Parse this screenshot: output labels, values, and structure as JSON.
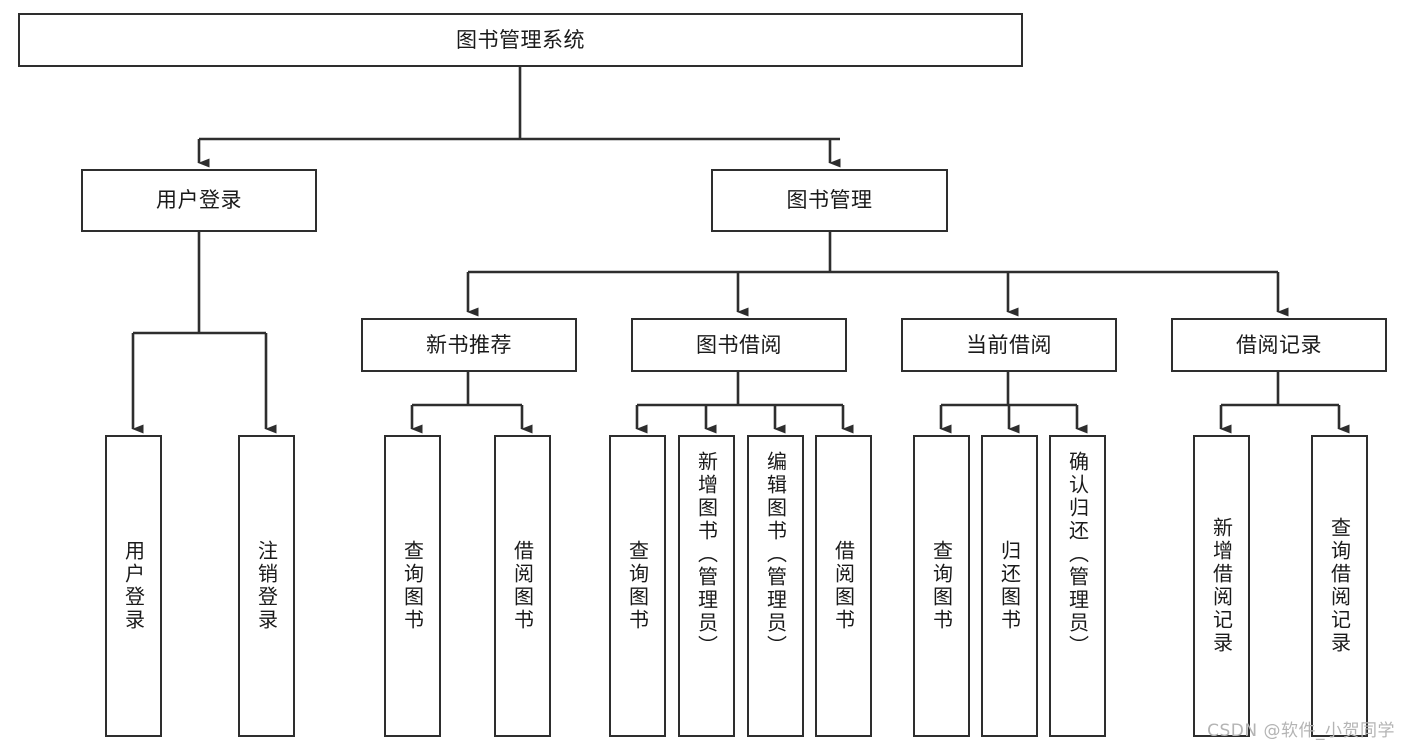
{
  "diagram": {
    "type": "hierarchy-tree",
    "title": "图书管理系统",
    "watermark": "CSDN @软件_小贺同学",
    "colors": {
      "stroke": "#2e2e2e",
      "fill": "#ffffff",
      "text": "#1a1a1a",
      "watermark": "#b4b4b4"
    },
    "nodes": {
      "root": {
        "label": "图书管理系统",
        "level": 1
      },
      "l2": [
        {
          "id": "user-login",
          "label": "用户登录",
          "level": 2
        },
        {
          "id": "book-management",
          "label": "图书管理",
          "level": 2
        }
      ],
      "l3": [
        {
          "id": "new-book-recommend",
          "label": "新书推荐",
          "level": 3,
          "parent": "book-management"
        },
        {
          "id": "book-borrow",
          "label": "图书借阅",
          "level": 3,
          "parent": "book-management"
        },
        {
          "id": "current-borrow",
          "label": "当前借阅",
          "level": 3,
          "parent": "book-management"
        },
        {
          "id": "borrow-record",
          "label": "借阅记录",
          "level": 3,
          "parent": "book-management"
        }
      ],
      "leaves": [
        {
          "id": "leaf-user-login",
          "label": "用户登录",
          "parent": "user-login"
        },
        {
          "id": "leaf-user-logout",
          "label": "注销登录",
          "parent": "user-login"
        },
        {
          "id": "leaf-query-book-1",
          "label": "查询图书",
          "parent": "new-book-recommend"
        },
        {
          "id": "leaf-borrow-book-1",
          "label": "借阅图书",
          "parent": "new-book-recommend"
        },
        {
          "id": "leaf-query-book-2",
          "label": "查询图书",
          "parent": "book-borrow"
        },
        {
          "id": "leaf-add-book",
          "label": "新增图书（管理员）",
          "parent": "book-borrow"
        },
        {
          "id": "leaf-edit-book",
          "label": "编辑图书（管理员）",
          "parent": "book-borrow"
        },
        {
          "id": "leaf-borrow-book-2",
          "label": "借阅图书",
          "parent": "book-borrow"
        },
        {
          "id": "leaf-query-book-3",
          "label": "查询图书",
          "parent": "current-borrow"
        },
        {
          "id": "leaf-return-book",
          "label": "归还图书",
          "parent": "current-borrow"
        },
        {
          "id": "leaf-confirm-return",
          "label": "确认归还（管理员）",
          "parent": "current-borrow"
        },
        {
          "id": "leaf-add-record",
          "label": "新增借阅记录",
          "parent": "borrow-record"
        },
        {
          "id": "leaf-query-record",
          "label": "查询借阅记录",
          "parent": "borrow-record"
        }
      ]
    }
  }
}
